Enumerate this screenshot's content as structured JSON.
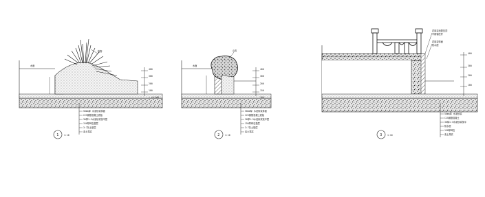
{
  "drawing": {
    "background": "#ffffff",
    "ink": "#1a1a1a",
    "hatch": "#555555"
  },
  "sections": [
    {
      "id": "section-1",
      "number": "1",
      "scale": "1:10",
      "water_label": "水面",
      "plant_label": "植物",
      "dims": [
        "400",
        "300",
        "200",
        "100",
        "— ±0.000"
      ],
      "layers": [
        "50mm厚 水泥砂浆抹面",
        "C25钢筋混凝土底板",
        "30厚1:3水泥砂浆找平层",
        "150厚碎石垫层",
        "3:7灰土垫层",
        "素土夷实"
      ]
    },
    {
      "id": "section-2",
      "number": "2",
      "scale": "1:10",
      "water_label": "水面",
      "rock_label": "山石",
      "dims": [
        "400",
        "300",
        "200",
        "150",
        "100"
      ],
      "layers": [
        "50mm厚 水泥砂浆抹面",
        "C25钢筋混凝土底板",
        "30厚1:3水泥砂浆找平层",
        "150厚碎石垫层",
        "3:7灰土垫层",
        "素土夷实"
      ]
    },
    {
      "id": "section-3",
      "number": "3",
      "scale": "1:10",
      "callout_top": "花岗岩池壁压顶",
      "callout_sub": "不锈钢栏杆",
      "callout_mid": "花岗岩饰面",
      "callout_mid_sub": "防水层",
      "dims": [
        "400",
        "300",
        "200",
        "100"
      ],
      "layers": [
        "50mm厚 水泥砂浆",
        "C25钢筋混凝土",
        "30厚1:3水泥砂浆找平",
        "防水层",
        "150厚碎石",
        "素土夷实"
      ]
    }
  ]
}
